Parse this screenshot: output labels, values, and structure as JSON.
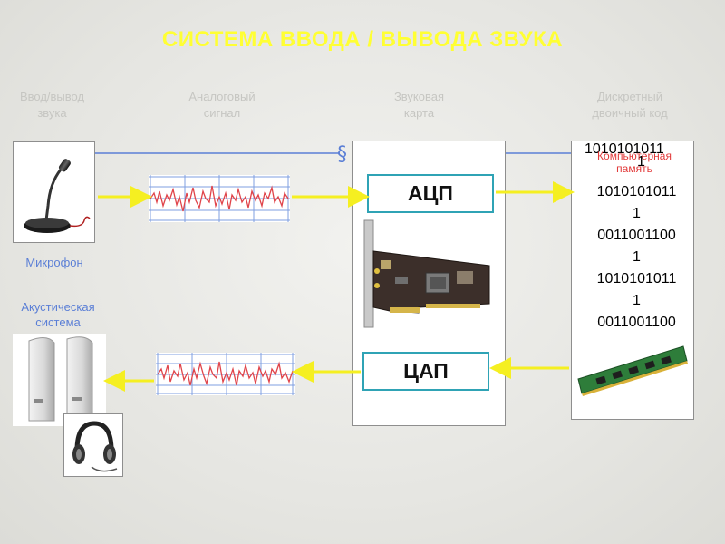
{
  "title": "СИСТЕМА  ВВОДА / ВЫВОДА  ЗВУКА",
  "columns": {
    "io": "Ввод/вывод\nзвука",
    "analog": "Аналоговый\nсигнал",
    "card": "Звуковая\nкарта",
    "discrete": "Дискретный\nдвоичный код"
  },
  "devices": {
    "microphone": "Микрофон",
    "speakers": "Акустическая\nсистема"
  },
  "converters": {
    "adc": "АЦП",
    "dac": "ЦАП"
  },
  "memory": {
    "label": "Компьютерная\nпамять",
    "top_row": "1010101011",
    "top_row_cont": "1",
    "code_lines": [
      "1010101011",
      "1",
      "0011001100",
      "1",
      "1010101011",
      "1",
      "0011001100"
    ]
  },
  "colors": {
    "title": "#ffff33",
    "arrow": "#f5ef21",
    "connector": "#5b7fd6",
    "wave": "#e0444a",
    "grid": "#7f9fe0",
    "box_border": "#2fa3b5"
  }
}
